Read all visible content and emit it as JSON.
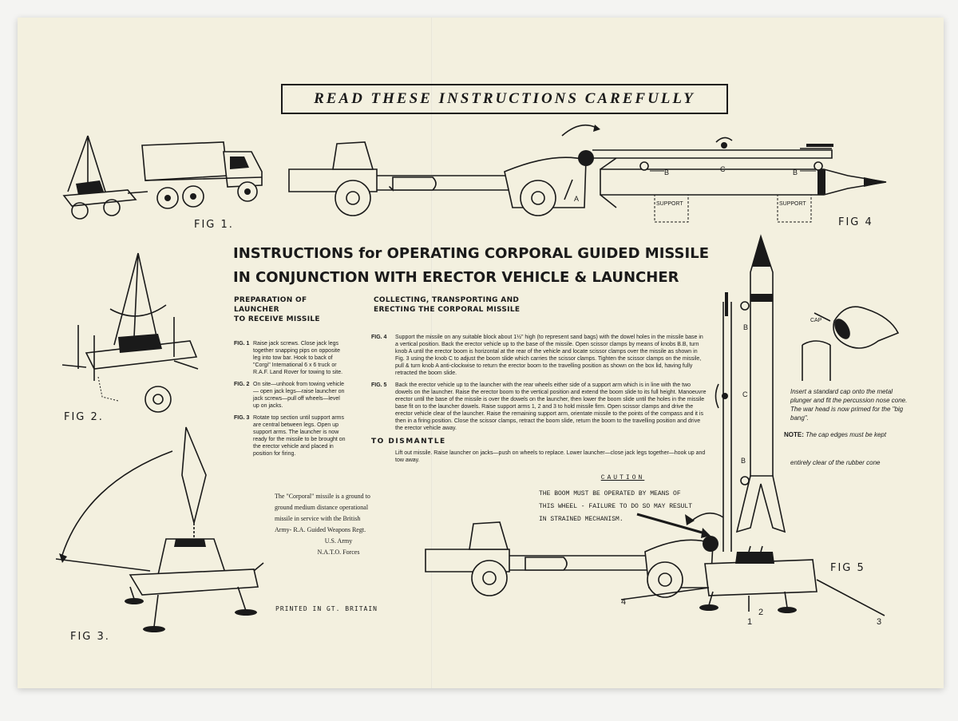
{
  "banner": "READ THESE INSTRUCTIONS CAREFULLY",
  "title": {
    "line1": "INSTRUCTIONS for OPERATING CORPORAL GUIDED MISSILE",
    "line2": "IN CONJUNCTION WITH ERECTOR VEHICLE & LAUNCHER"
  },
  "figures": {
    "fig1": "FIG 1.",
    "fig2": "FIG 2.",
    "fig3": "FIG 3.",
    "fig4": "FIG 4",
    "fig5": "FIG 5"
  },
  "diagram_labels": {
    "a": "A",
    "b": "B",
    "c": "C",
    "support": "SUPPORT",
    "cap": "CAP",
    "n1": "1",
    "n2": "2",
    "n3": "3",
    "n4": "4"
  },
  "preparation": {
    "heading1": "PREPARATION OF LAUNCHER",
    "heading2": "TO RECEIVE MISSILE",
    "entries": [
      {
        "tag": "FIG. 1",
        "text": "Raise jack screws. Close jack legs together snapping pips on opposite leg into tow bar. Hook to back of \"Corgi\" International 6 x 6 truck or R.A.F. Land Rover for towing to site."
      },
      {
        "tag": "FIG. 2",
        "text": "On site—unhook from towing vehicle— open jack legs—raise launcher on jack screws—pull off wheels—level up on jacks."
      },
      {
        "tag": "FIG. 3",
        "text": "Rotate top section until support arms are central between legs. Open up support arms. The launcher is now ready for the missile to be brought on the erector vehicle and placed in position for firing."
      }
    ]
  },
  "collecting": {
    "heading1": "COLLECTING, TRANSPORTING AND",
    "heading2": "ERECTING THE CORPORAL MISSILE",
    "entries": [
      {
        "tag": "FIG. 4",
        "text": "Support the missile on any suitable block about 1½\" high (to represent sand bags) with the dowel holes in the missile base in a vertical position. Back the erector vehicle up to the base of the missile. Open scissor clamps by means of knobs B.B, turn knob A until the erector boom is horizontal at the rear of the vehicle and locate scissor clamps over the missile as shown in Fig. 3 using the knob C to adjust the boom slide which carries the scissor clamps. Tighten the scissor clamps on the missile, pull & turn knob A anti-clockwise to return the erector boom to the travelling position as shown on the box lid, having fully retracted the boom slide."
      },
      {
        "tag": "FIG. 5",
        "text": "Back the erector vehicle up to the launcher with the rear wheels either side of a support arm which is in line with the two dowels on the launcher. Raise the erector boom to the vertical position and extend the boom slide to its full height. Manoeuvre erector until the base of the missile is over the dowels on the launcher, then lower the boom slide until the holes in the missile base fit on to the launcher dowels. Raise support arms 1, 2 and 3 to hold missile firm. Open scissor clamps and drive the erector vehicle clear of the launcher. Raise the remaining support arm, orientate missile to the points of the compass and it is then in a firing position. Close the scissor clamps, retract the boom slide, return the boom to the travelling position and drive the erector vehicle away."
      }
    ],
    "dismantle_heading": "TO DISMANTLE",
    "dismantle_text": "Lift out missile. Raise launcher on jacks—push on wheels to replace. Lower launcher—close jack legs together—hook up and tow away."
  },
  "info": {
    "line1": "The \"Corporal\" missile is a ground to",
    "line2": "ground medium distance operational",
    "line3": "missile in service with the British",
    "line4": "Army- R.A. Guided Weapons Regt.",
    "line5": "U.S. Army",
    "line6": "N.A.T.O. Forces"
  },
  "printed": "PRINTED IN GT. BRITAIN",
  "caution": {
    "heading": "CAUTION",
    "line1": "THE BOOM MUST BE OPERATED BY MEANS OF",
    "line2": "THIS WHEEL - FAILURE TO DO SO MAY RESULT",
    "line3": "IN STRAINED MECHANISM."
  },
  "cap_note": {
    "text": "Insert a standard cap onto the metal plunger and fit the percussion nose cone. The war head is now primed for the \"big bang\".",
    "note_label": "NOTE:",
    "note_text": "The cap edges must be kept",
    "note_text2": "entirely clear of the rubber cone"
  }
}
